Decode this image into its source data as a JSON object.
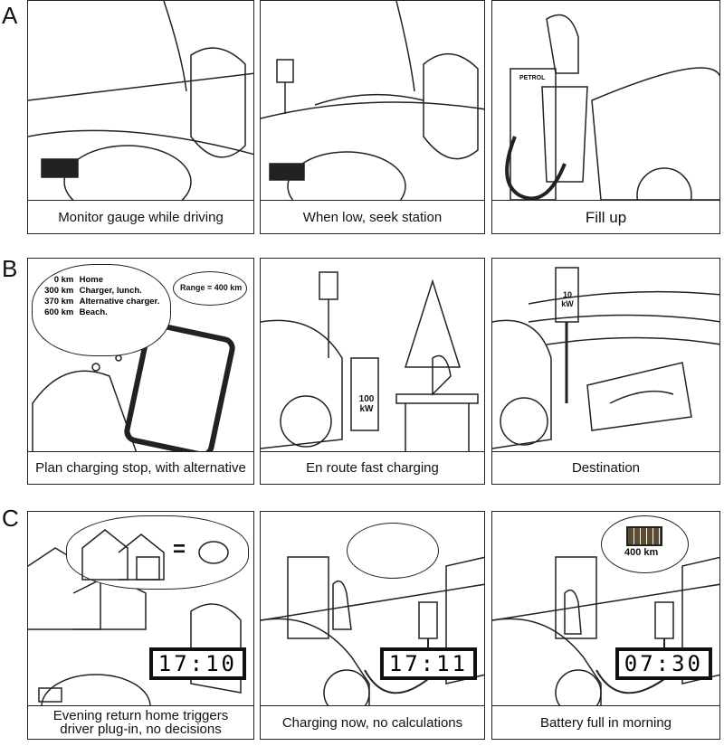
{
  "rows": [
    {
      "label": "A",
      "panels": [
        {
          "caption": "Monitor gauge while driving"
        },
        {
          "caption": "When low, seek station"
        },
        {
          "caption": "Fill up",
          "sign": "PETROL"
        }
      ]
    },
    {
      "label": "B",
      "panels": [
        {
          "caption": "Plan charging stop, with alternative",
          "plan": [
            {
              "km": "0",
              "unit": "km",
              "place": "Home"
            },
            {
              "km": "300",
              "unit": "km",
              "place": "Charger, lunch."
            },
            {
              "km": "370",
              "unit": "km",
              "place": "Alternative charger."
            },
            {
              "km": "600",
              "unit": "km",
              "place": "Beach."
            }
          ],
          "range": "Range = 400 km"
        },
        {
          "caption": "En route fast charging",
          "charger": "100 kW"
        },
        {
          "caption": "Destination",
          "charger": "10 kW"
        }
      ]
    },
    {
      "label": "C",
      "panels": [
        {
          "caption": "Evening return home triggers driver plug-in, no decisions",
          "clock": "17:10",
          "equals": "="
        },
        {
          "caption": "Charging now, no calculations",
          "clock": "17:11"
        },
        {
          "caption": "Battery full in morning",
          "clock": "07:30",
          "battery": "400 km"
        }
      ]
    }
  ]
}
